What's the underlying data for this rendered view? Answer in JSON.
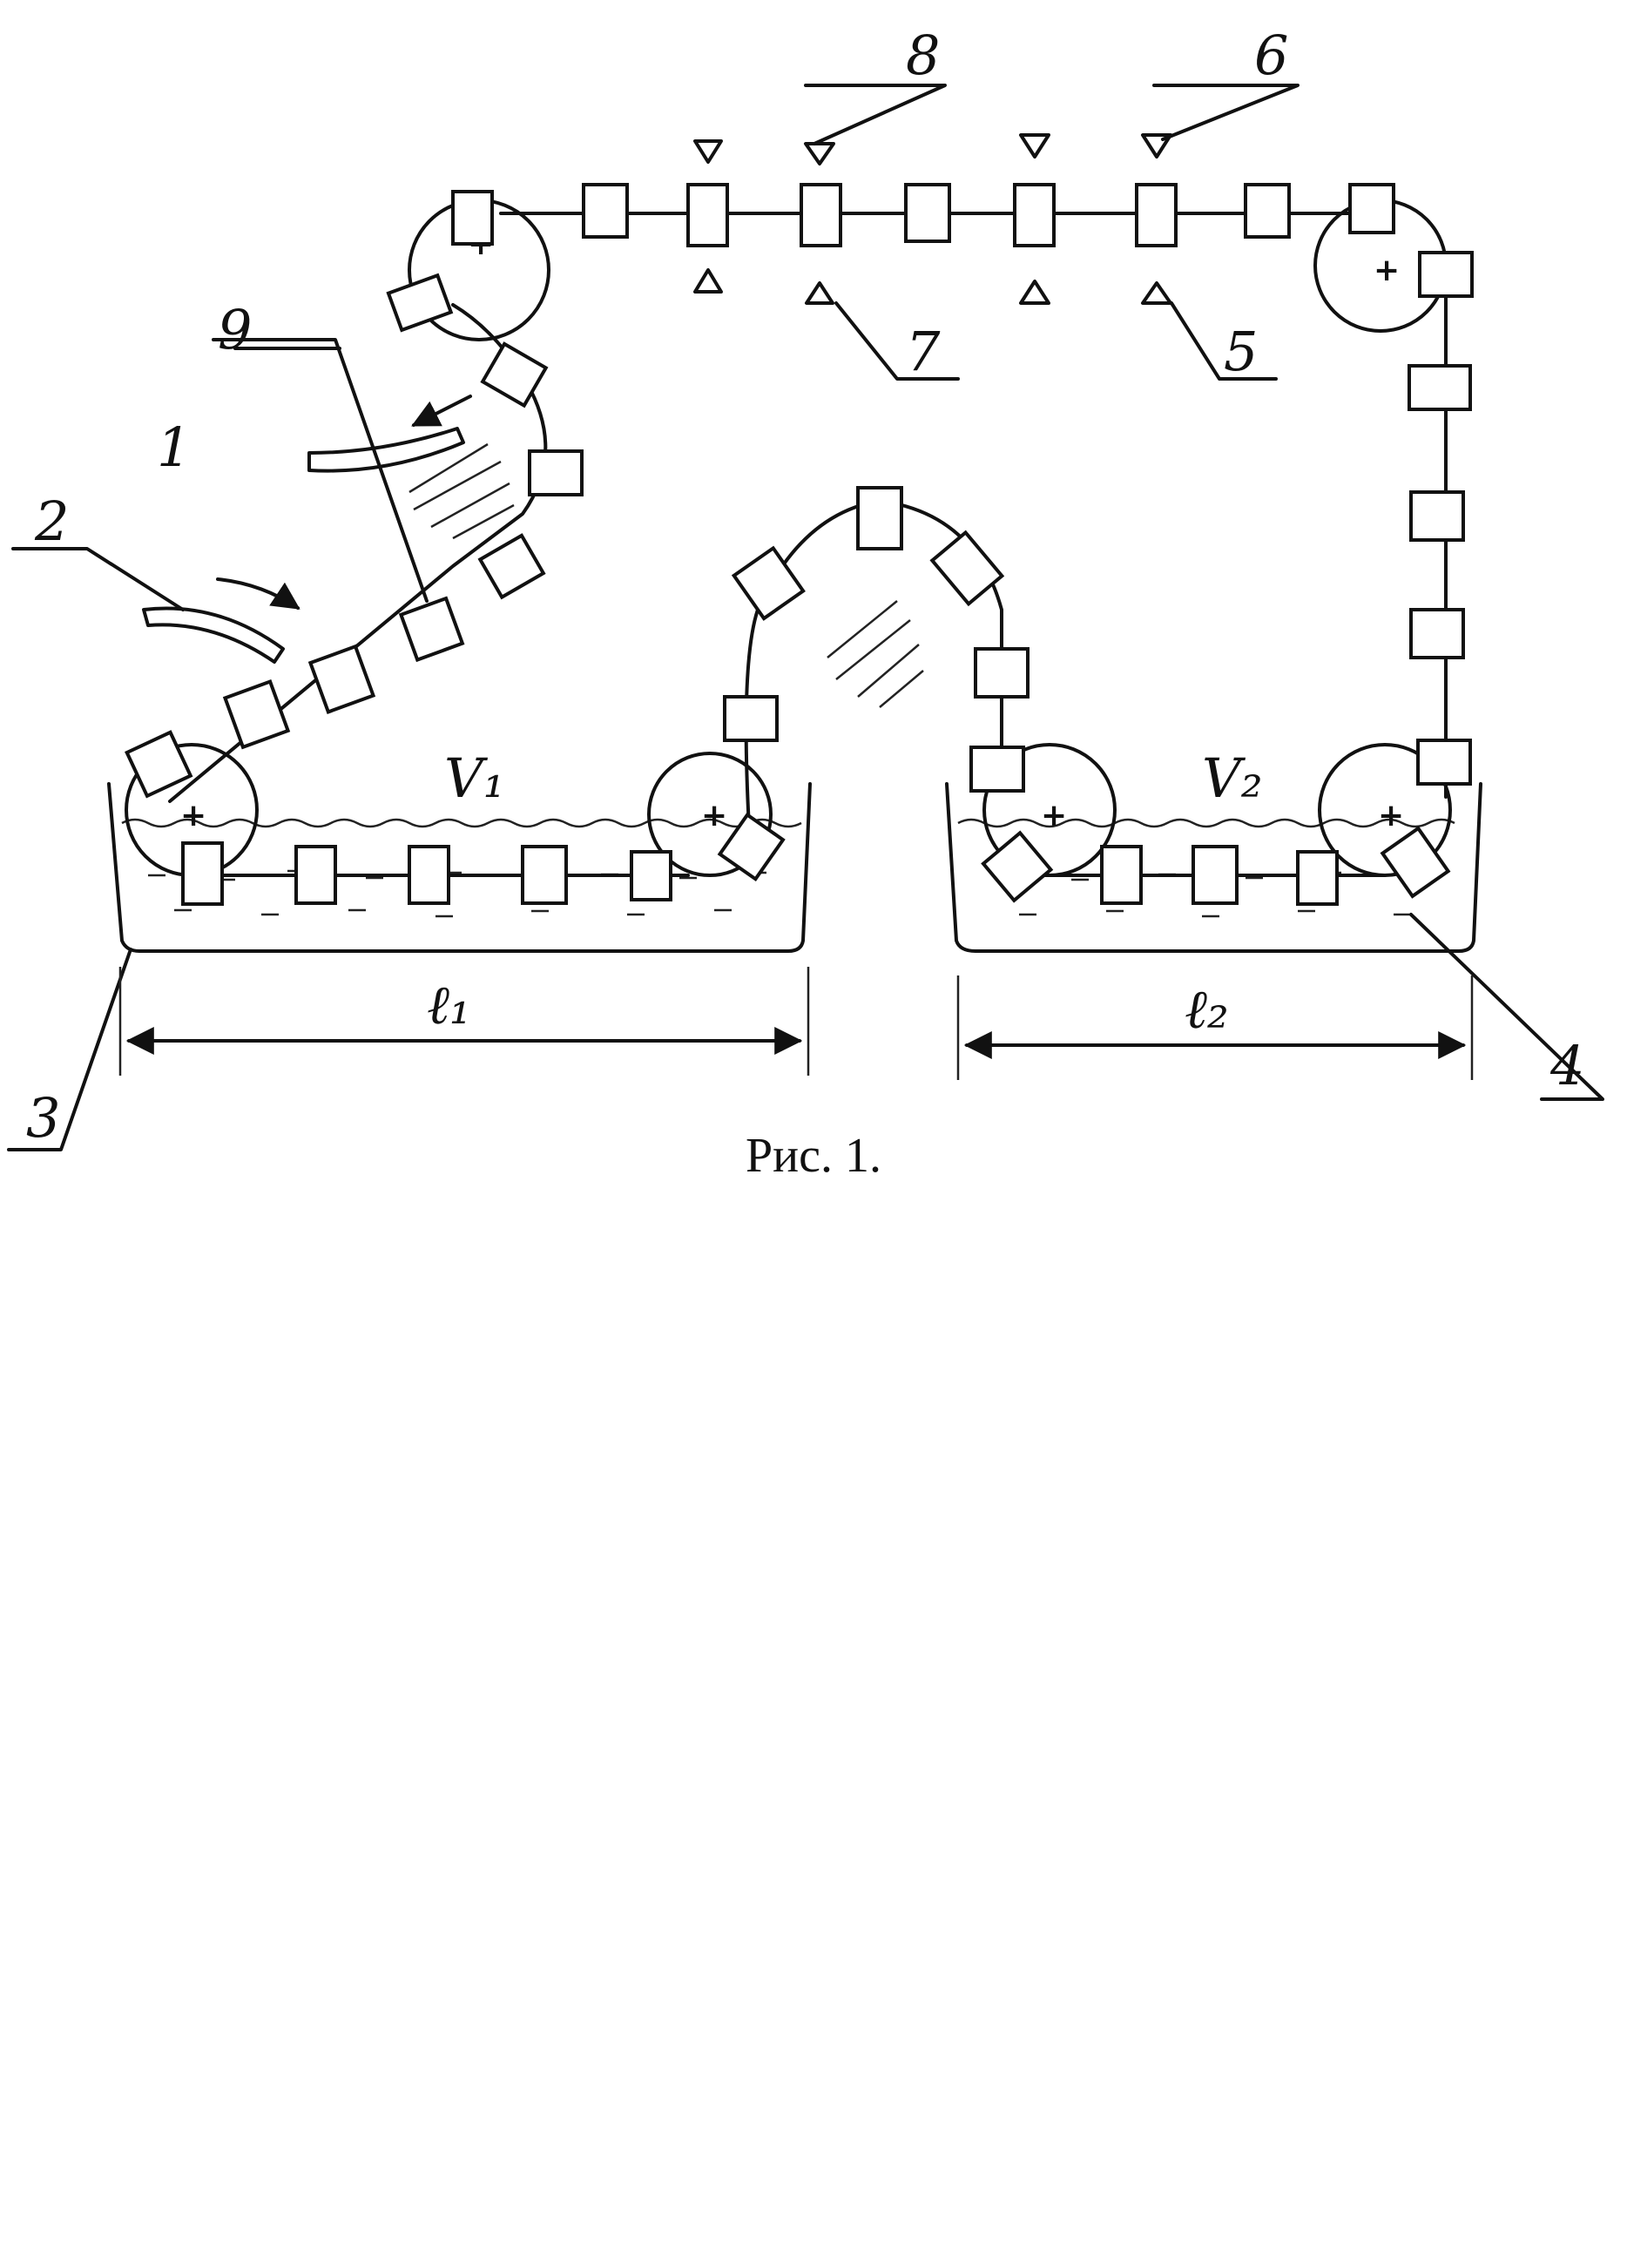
{
  "caption": "Рис. 1.",
  "labels": {
    "l1": "1",
    "l2": "2",
    "l3": "3",
    "l4": "4",
    "l5": "5",
    "l6": "6",
    "l7": "7",
    "l8": "8",
    "l9": "9",
    "v1": "V₁",
    "v2": "V₂",
    "len1": "ℓ₁",
    "len2": "ℓ₂",
    "plus": "+"
  }
}
